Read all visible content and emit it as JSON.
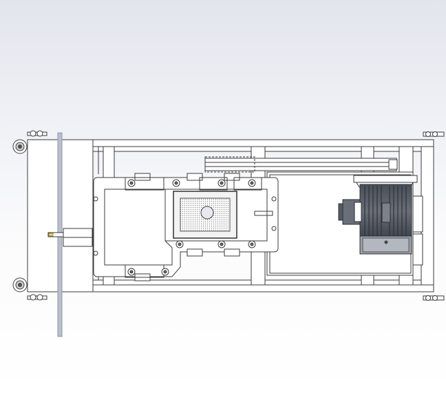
{
  "viewport": {
    "background_top": "#e3e5ed",
    "background_bottom": "#ffffff"
  },
  "drawing": {
    "view": "top",
    "line_color": "#3a3a3a",
    "fill_color": "#ffffff",
    "motor_color": "#5d616b",
    "motor_fin_color": "#2f3238",
    "grille_color": "#8a8a8a",
    "pipe_color": "#8f96a6",
    "components": [
      {
        "name": "skid-frame",
        "label": ""
      },
      {
        "name": "gearbox",
        "label": ""
      },
      {
        "name": "electric-motor",
        "label": ""
      },
      {
        "name": "coupling-shaft",
        "label": ""
      },
      {
        "name": "caster-wheels",
        "label": ""
      },
      {
        "name": "vertical-pipe",
        "label": ""
      }
    ]
  }
}
